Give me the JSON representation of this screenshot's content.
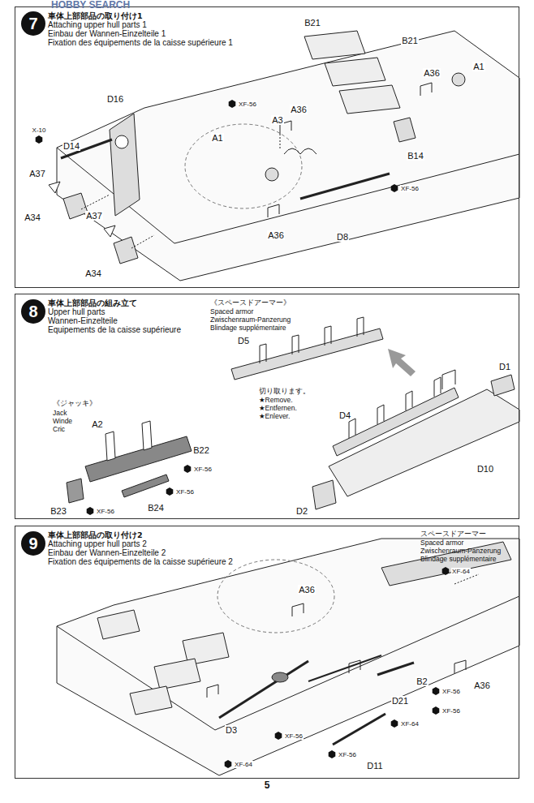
{
  "diagram": {
    "nodes": [
      {
        "text": [
          "車体上部部品の取り付け1",
          "Attaching upper hull parts 1",
          "Einbau der Wannen-Einzelteile 1",
          "Fixation des équipements de la caisse supérieure 1"
        ]
      },
      {
        "text": [
          "7"
        ],
        "in": 0
      },
      {
        "text": [
          "車体上部部品の組み立て",
          "Upper hull parts",
          "Wannen-Einzelteile",
          "Equipements de la caisse supérieure"
        ]
      },
      {
        "text": [
          "8"
        ],
        "in": 2
      },
      {
        "text": [
          "車体上部部品の取り付け2",
          "Attaching upper hull parts 2",
          "Einbau der Wannen-Einzelteile 2",
          "Fixation des équipements de la caisse supérieure 2"
        ]
      },
      {
        "text": [
          "9"
        ],
        "in": 4
      }
    ],
    "labels": [
      "HOBBY SEARCH",
      "B21",
      "B21",
      "A36",
      "A1",
      "X-10",
      "D16",
      "D14",
      "XF-56",
      "A36",
      "A3",
      "A1",
      "B14",
      "A37",
      "A34",
      "A37",
      "A34",
      "D8",
      "XF-56",
      "A36",
      "《スペースドアーマー》",
      "Spaced armor",
      "Zwischenraum-Panzerung",
      "Blindage supplémentaire",
      "D5",
      "切り取ります。",
      "★Remove.",
      "★Entfernen.",
      "★Enlever.",
      "《ジャッキ》",
      "Jack",
      "Winde",
      "Cric",
      "A2",
      "B22",
      "XF-56",
      "XF-56",
      "B23",
      "XF-56",
      "B24",
      "D4",
      "D1",
      "D10",
      "D2",
      "スペースドアーマー",
      "Spaced armor",
      "Zwischenraum-Panzerung",
      "Blindage supplémentaire",
      "XF-64",
      "A36",
      "A36",
      "B2",
      "XF-56",
      "D21",
      "XF-64",
      "XF-56",
      "D3",
      "XF-56",
      "XF-56",
      "D11",
      "XF-64",
      "5"
    ]
  }
}
